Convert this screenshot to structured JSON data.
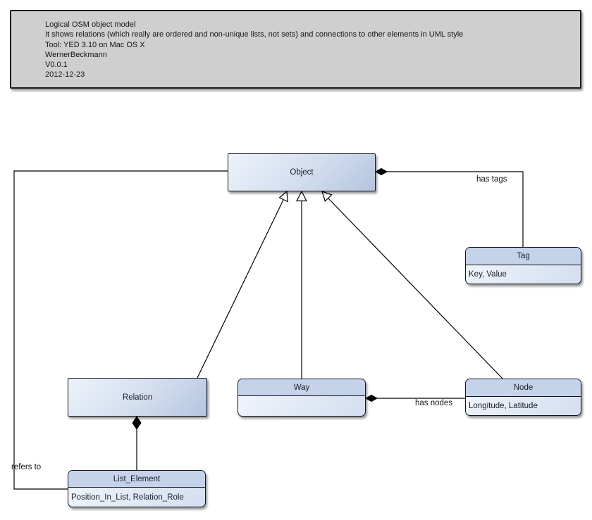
{
  "note": {
    "lines": [
      "Logical OSM object model",
      "It shows relations (which really are ordered and non-unique lists, not sets) and connections to other elements in UML style",
      "Tool: YED 3.10 on Mac OS X",
      "WernerBeckmann",
      "V0.0.1",
      "2012-12-23"
    ]
  },
  "classes": {
    "object": {
      "name": "Object"
    },
    "tag": {
      "name": "Tag",
      "attributes": "Key, Value"
    },
    "relation": {
      "name": "Relation"
    },
    "way": {
      "name": "Way",
      "attributes": ""
    },
    "node": {
      "name": "Node",
      "attributes": "Longitude, Latitude"
    },
    "list_element": {
      "name": "List_Element",
      "attributes": "Position_In_List, Relation_Role"
    }
  },
  "edges": {
    "has_tags": {
      "label": "has tags",
      "type": "composition"
    },
    "has_nodes": {
      "label": "has nodes",
      "type": "composition"
    },
    "refers_to": {
      "label": "refers to",
      "type": "association"
    },
    "generalizations": [
      "Relation -> Object",
      "Way -> Object",
      "Node -> Object"
    ]
  },
  "colors": {
    "note_background": "#cfcfcf",
    "class_header": "#c5d3ea",
    "class_body_light": "#f3f7fc",
    "class_body_dark": "#b5c5e0",
    "border": "#10141c",
    "edge_line": "#000000"
  }
}
